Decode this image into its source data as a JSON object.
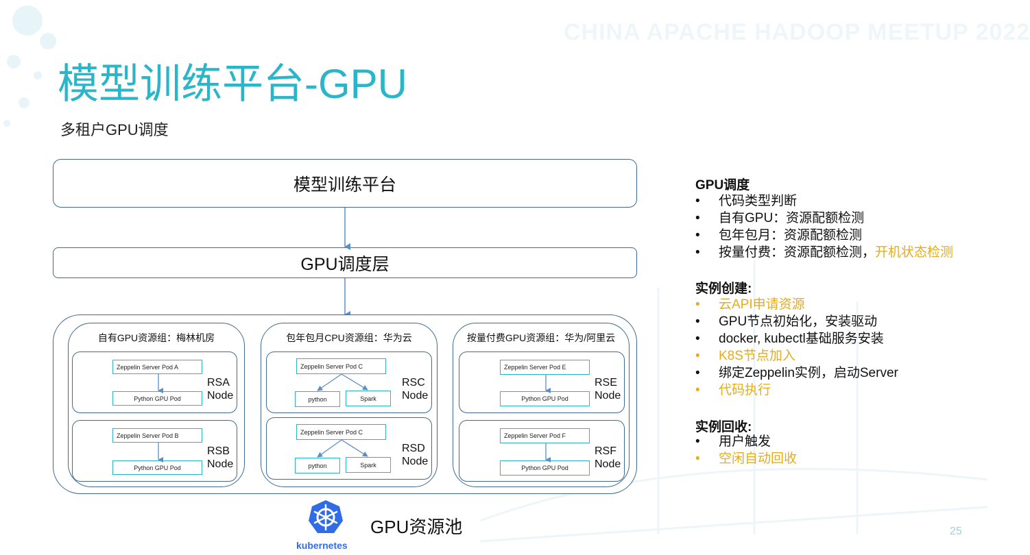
{
  "watermark": "CHINA APACHE HADOOP MEETUP 2022",
  "title": "模型训练平台-GPU",
  "subtitle": "多租户GPU调度",
  "diagram": {
    "platform": "模型训练平台",
    "scheduler": "GPU调度层",
    "groups": [
      {
        "label": "自有GPU资源组：梅林机房",
        "nodes": [
          {
            "server": "Zeppelin Server Pod A",
            "children": [
              "Python GPU Pod"
            ],
            "name_line1": "RSA",
            "name_line2": "Node"
          },
          {
            "server": "Zeppelin Server Pod B",
            "children": [
              "Python GPU Pod"
            ],
            "name_line1": "RSB",
            "name_line2": "Node"
          }
        ]
      },
      {
        "label": "包年包月CPU资源组：华为云",
        "nodes": [
          {
            "server": "Zeppelin Server Pod C",
            "children": [
              "python",
              "Spark"
            ],
            "name_line1": "RSC",
            "name_line2": "Node"
          },
          {
            "server": "Zeppelin Server Pod C",
            "children": [
              "python",
              "Spark"
            ],
            "name_line1": "RSD",
            "name_line2": "Node"
          }
        ]
      },
      {
        "label": "按量付费GPU资源组：华为/阿里云",
        "nodes": [
          {
            "server": "Zeppelin Server Pod E",
            "children": [
              "Python GPU Pod"
            ],
            "name_line1": "RSE",
            "name_line2": "Node"
          },
          {
            "server": "Zeppelin Server Pod F",
            "children": [
              "Python GPU Pod"
            ],
            "name_line1": "RSF",
            "name_line2": "Node"
          }
        ]
      }
    ],
    "k8s_logo_text": "kubernetes",
    "pool_label": "GPU资源池"
  },
  "side": {
    "sections": [
      {
        "heading": "GPU调度",
        "items": [
          {
            "text": "代码类型判断",
            "highlight": false
          },
          {
            "text": "自有GPU：资源配额检测",
            "highlight": false
          },
          {
            "text": "包年包月：资源配额检测",
            "highlight": false
          },
          {
            "text": "按量付费：资源配额检测，",
            "highlight_suffix": "开机状态检测",
            "highlight": false
          }
        ]
      },
      {
        "heading": "实例创建:",
        "items": [
          {
            "text": "云API申请资源",
            "highlight": true
          },
          {
            "text": "GPU节点初始化，安装驱动",
            "highlight": false
          },
          {
            "text": "docker, kubectl基础服务安装",
            "highlight": false
          },
          {
            "text": "K8S节点加入",
            "highlight": true
          },
          {
            "text": "绑定Zeppelin实例，启动Server",
            "highlight": false
          },
          {
            "text": "代码执行",
            "highlight": true
          }
        ]
      },
      {
        "heading": "实例回收:",
        "items": [
          {
            "text": "用户触发",
            "highlight": false
          },
          {
            "text": "空闲自动回收",
            "highlight": true
          }
        ]
      }
    ]
  },
  "page_number": "25",
  "colors": {
    "title": "#2bb5c9",
    "border": "#3d6a94",
    "pod_border": "#2bb5c9",
    "arrow": "#5b8fc7",
    "highlight": "#e5ac1f",
    "k8s_blue": "#326ce5"
  }
}
